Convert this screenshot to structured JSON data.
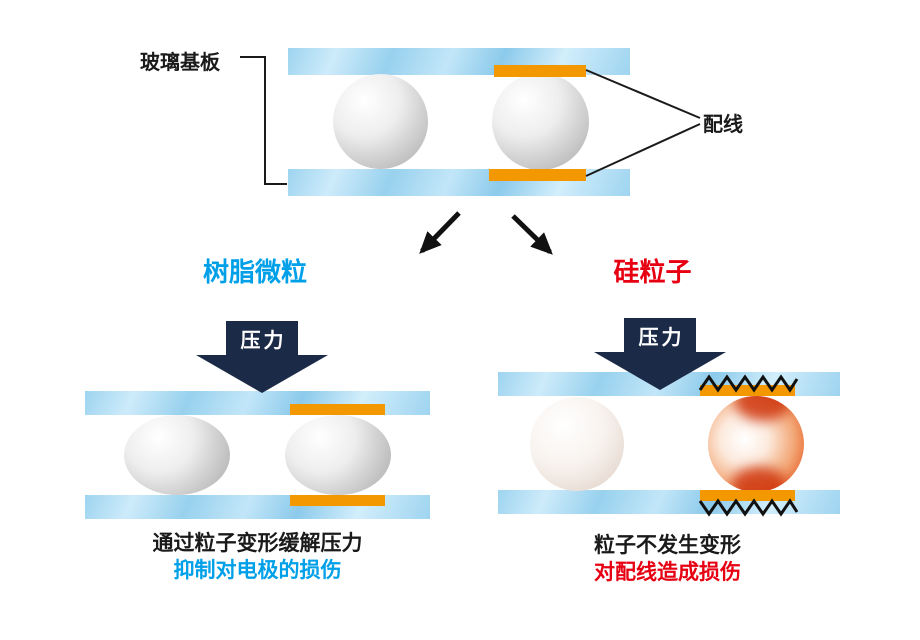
{
  "colors": {
    "glass_blue": "#a9daf3",
    "wiring_orange": "#f39800",
    "pressure_navy": "#1b2a47",
    "resin_blue": "#00a0e9",
    "silicon_red": "#e60012",
    "line_black": "#1a1a1a"
  },
  "top_diagram": {
    "substrate_label": "玻璃基板",
    "wiring_label": "配线"
  },
  "left_branch": {
    "title": "树脂微粒",
    "pressure_label": "压力",
    "caption_line1": "通过粒子变形缓解压力",
    "caption_line2": "抑制对电极的损伤"
  },
  "right_branch": {
    "title": "硅粒子",
    "pressure_label": "压力",
    "caption_line1": "粒子不发生变形",
    "caption_line2": "对配线造成损伤"
  }
}
